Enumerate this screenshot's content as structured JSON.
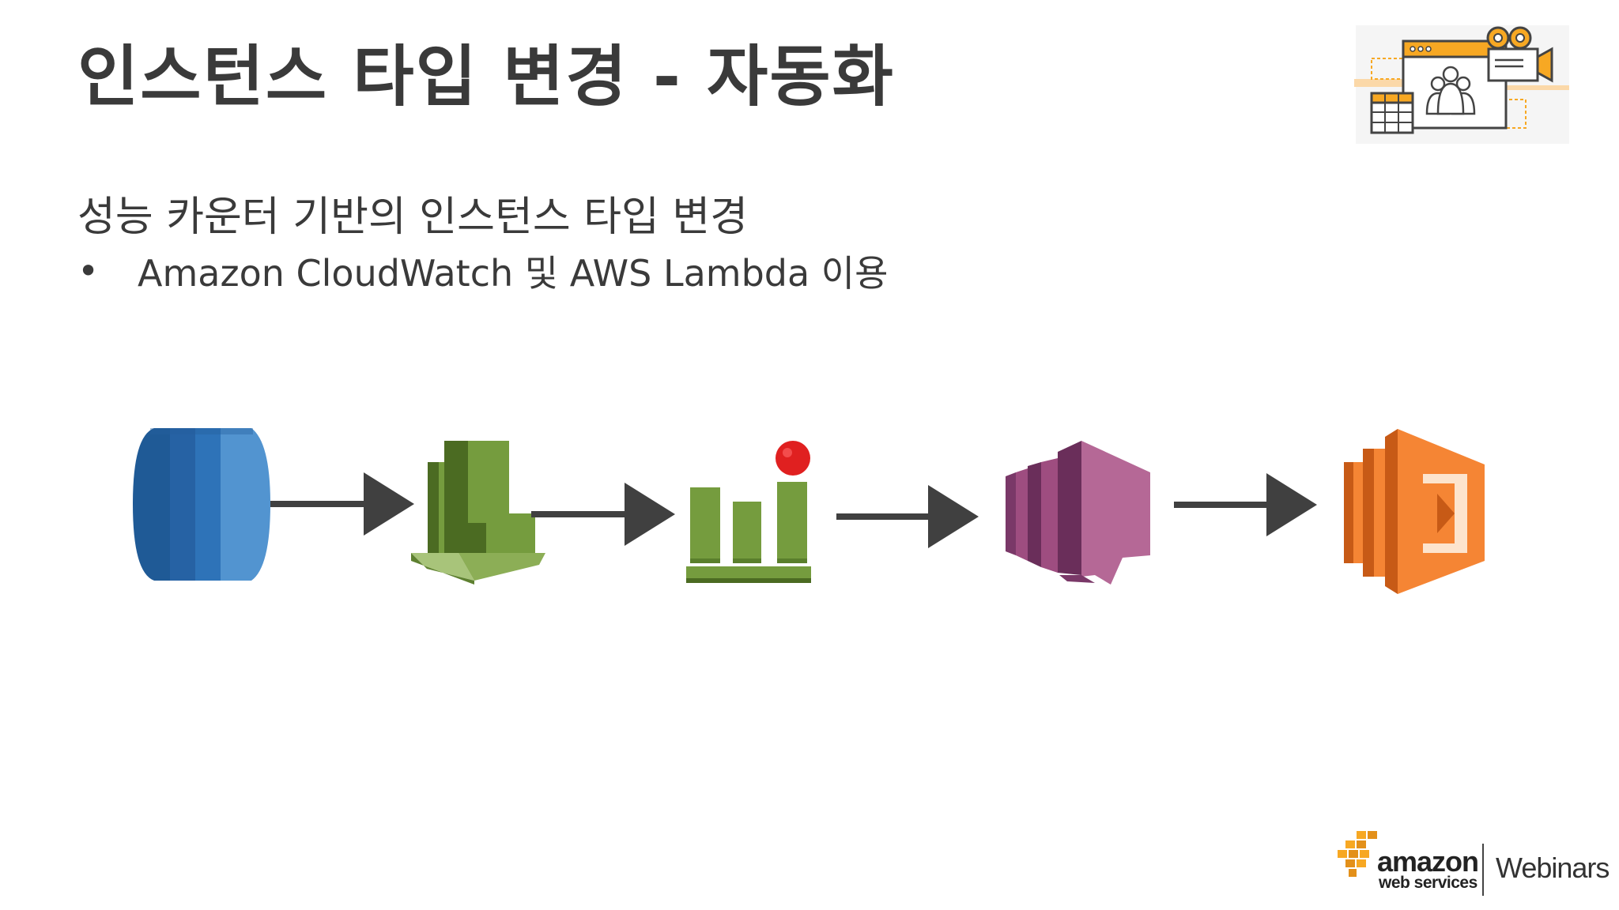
{
  "slide": {
    "title": "인스턴스 타입 변경 - 자동화",
    "subtitle": "성능 카운터 기반의 인스턴스 타입 변경",
    "bullet_symbol": "•",
    "bullet_text": "Amazon CloudWatch 및 AWS Lambda 이용"
  },
  "diagram": {
    "flow": [
      {
        "icon": "rds-database-icon",
        "color": "#2e73b8"
      },
      {
        "icon": "cloudwatch-icon",
        "color": "#759c3e"
      },
      {
        "icon": "alarm-metric-icon",
        "color": "#759c3e",
        "alert_color": "#e02020"
      },
      {
        "icon": "sns-icon",
        "color": "#9e4d80"
      },
      {
        "icon": "lambda-icon",
        "color": "#f58534"
      }
    ],
    "arrow_color": "#404040"
  },
  "branding": {
    "amazon_label": "amazon",
    "webservices_label": "web services",
    "webinars_label": "Webinars",
    "accent_color": "#f7a823"
  }
}
